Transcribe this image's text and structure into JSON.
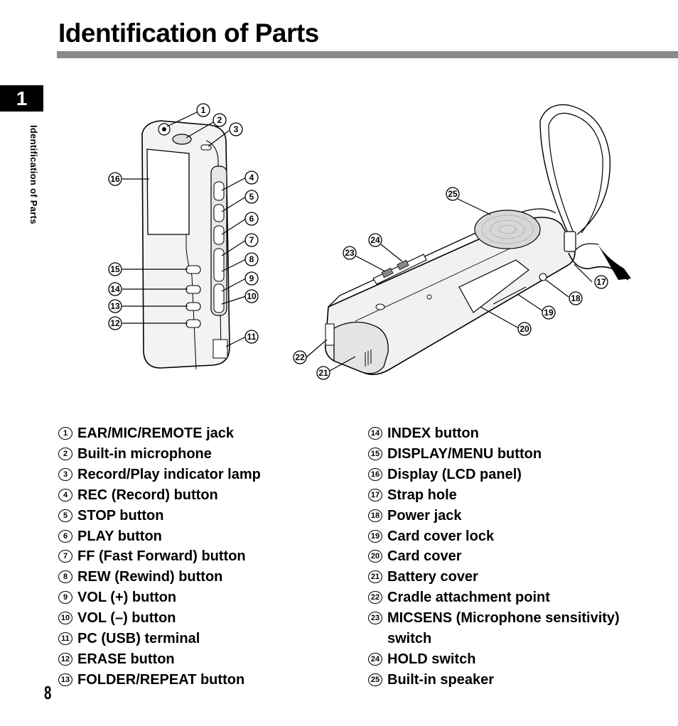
{
  "page": {
    "title": "Identification of Parts",
    "chapter": "1",
    "side_label": "Identification of Parts",
    "page_number": "8"
  },
  "parts_left": [
    {
      "num": "1",
      "label": "EAR/MIC/REMOTE jack"
    },
    {
      "num": "2",
      "label": "Built-in microphone"
    },
    {
      "num": "3",
      "label": "Record/Play indicator lamp"
    },
    {
      "num": "4",
      "label": "REC (Record) button"
    },
    {
      "num": "5",
      "label": "STOP button"
    },
    {
      "num": "6",
      "label": "PLAY button"
    },
    {
      "num": "7",
      "label": "FF (Fast Forward) button"
    },
    {
      "num": "8",
      "label": "REW (Rewind) button"
    },
    {
      "num": "9",
      "label": "VOL (+) button"
    },
    {
      "num": "10",
      "label": "VOL (–) button"
    },
    {
      "num": "11",
      "label": "PC (USB) terminal"
    },
    {
      "num": "12",
      "label": "ERASE button"
    },
    {
      "num": "13",
      "label": "FOLDER/REPEAT button"
    }
  ],
  "parts_right": [
    {
      "num": "14",
      "label": "INDEX button"
    },
    {
      "num": "15",
      "label": "DISPLAY/MENU button"
    },
    {
      "num": "16",
      "label": "Display (LCD panel)"
    },
    {
      "num": "17",
      "label": "Strap hole"
    },
    {
      "num": "18",
      "label": "Power jack"
    },
    {
      "num": "19",
      "label": "Card cover lock"
    },
    {
      "num": "20",
      "label": "Card cover"
    },
    {
      "num": "21",
      "label": "Battery cover"
    },
    {
      "num": "22",
      "label": "Cradle attachment point"
    },
    {
      "num": "23",
      "label": "MICSENS (Microphone sensitivity) switch"
    },
    {
      "num": "24",
      "label": "HOLD switch"
    },
    {
      "num": "25",
      "label": "Built-in speaker"
    }
  ]
}
